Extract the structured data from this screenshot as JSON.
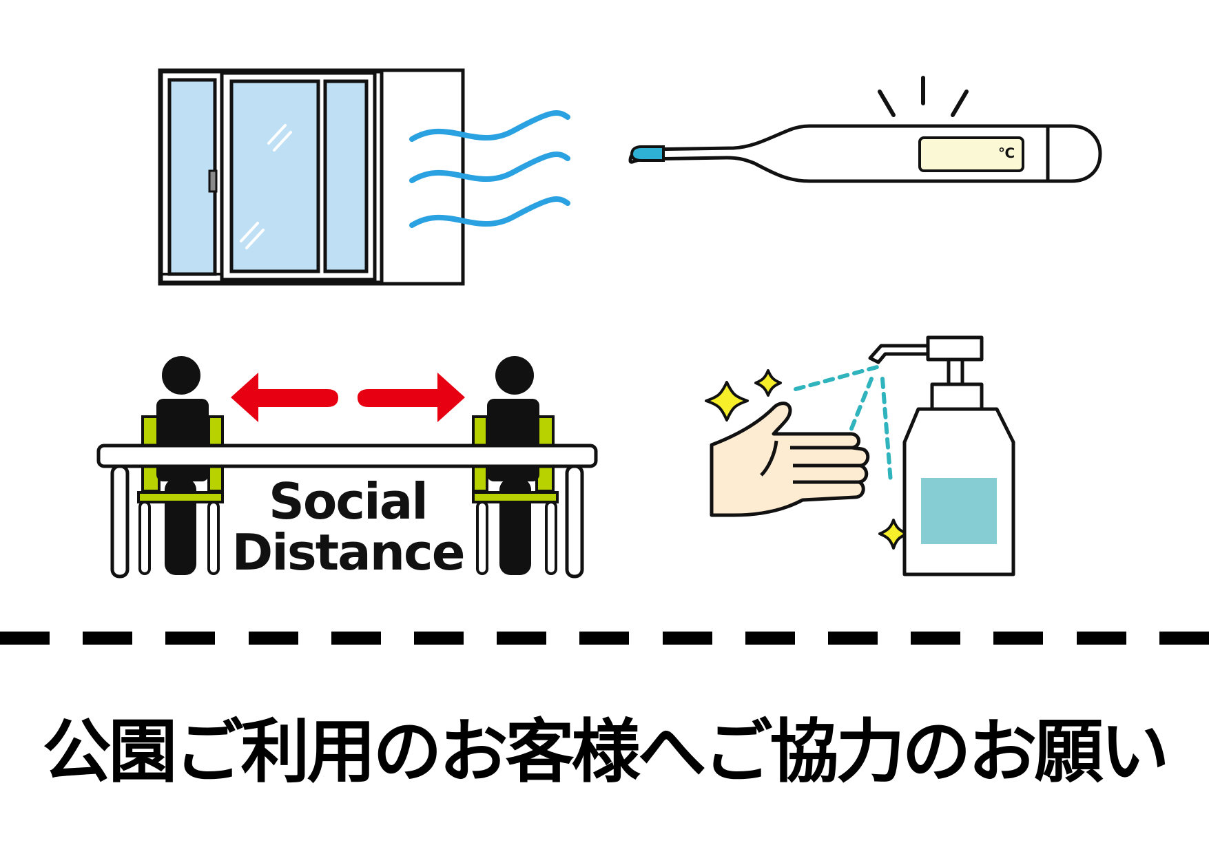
{
  "illustrations": {
    "ventilation": {
      "icon": "open-window-airflow-icon"
    },
    "thermometer": {
      "icon": "thermometer-icon",
      "unit_label": "℃"
    },
    "social_distance": {
      "icon": "social-distance-icon",
      "line1": "Social",
      "line2": "Distance"
    },
    "sanitize": {
      "icon": "hand-sanitizer-icon"
    }
  },
  "notice": {
    "text": "公園ご利用のお客様へご協力のお願い"
  },
  "colors": {
    "ink": "#111111",
    "glass": "#bfe0f4",
    "airflow": "#2aa1e0",
    "arrow": "#e60012",
    "chair": "#b8d200",
    "lcd": "#fbf8d6",
    "thermo_tip": "#2fb1d6",
    "sparkle": "#f6ef2a",
    "skin": "#fdebd2",
    "spray": "#2fb3bd",
    "label": "#86cdd3"
  }
}
